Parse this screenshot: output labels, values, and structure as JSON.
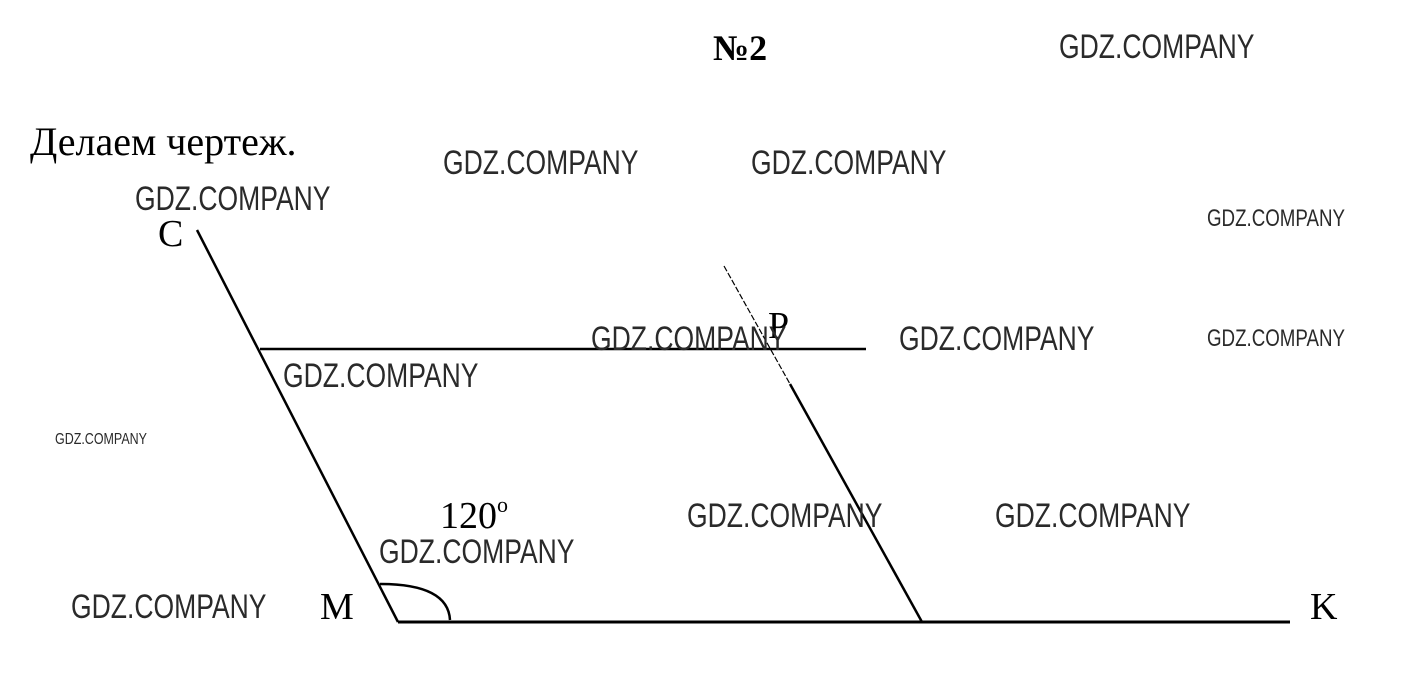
{
  "header": {
    "problem_number": "№2"
  },
  "intro_text": "Делаем чертеж.",
  "figure": {
    "points": {
      "C": "C",
      "P": "P",
      "M": "M",
      "K": "K"
    },
    "angle_label": "120",
    "angle_unit": "о"
  },
  "watermark": "GDZ.COMPANY"
}
